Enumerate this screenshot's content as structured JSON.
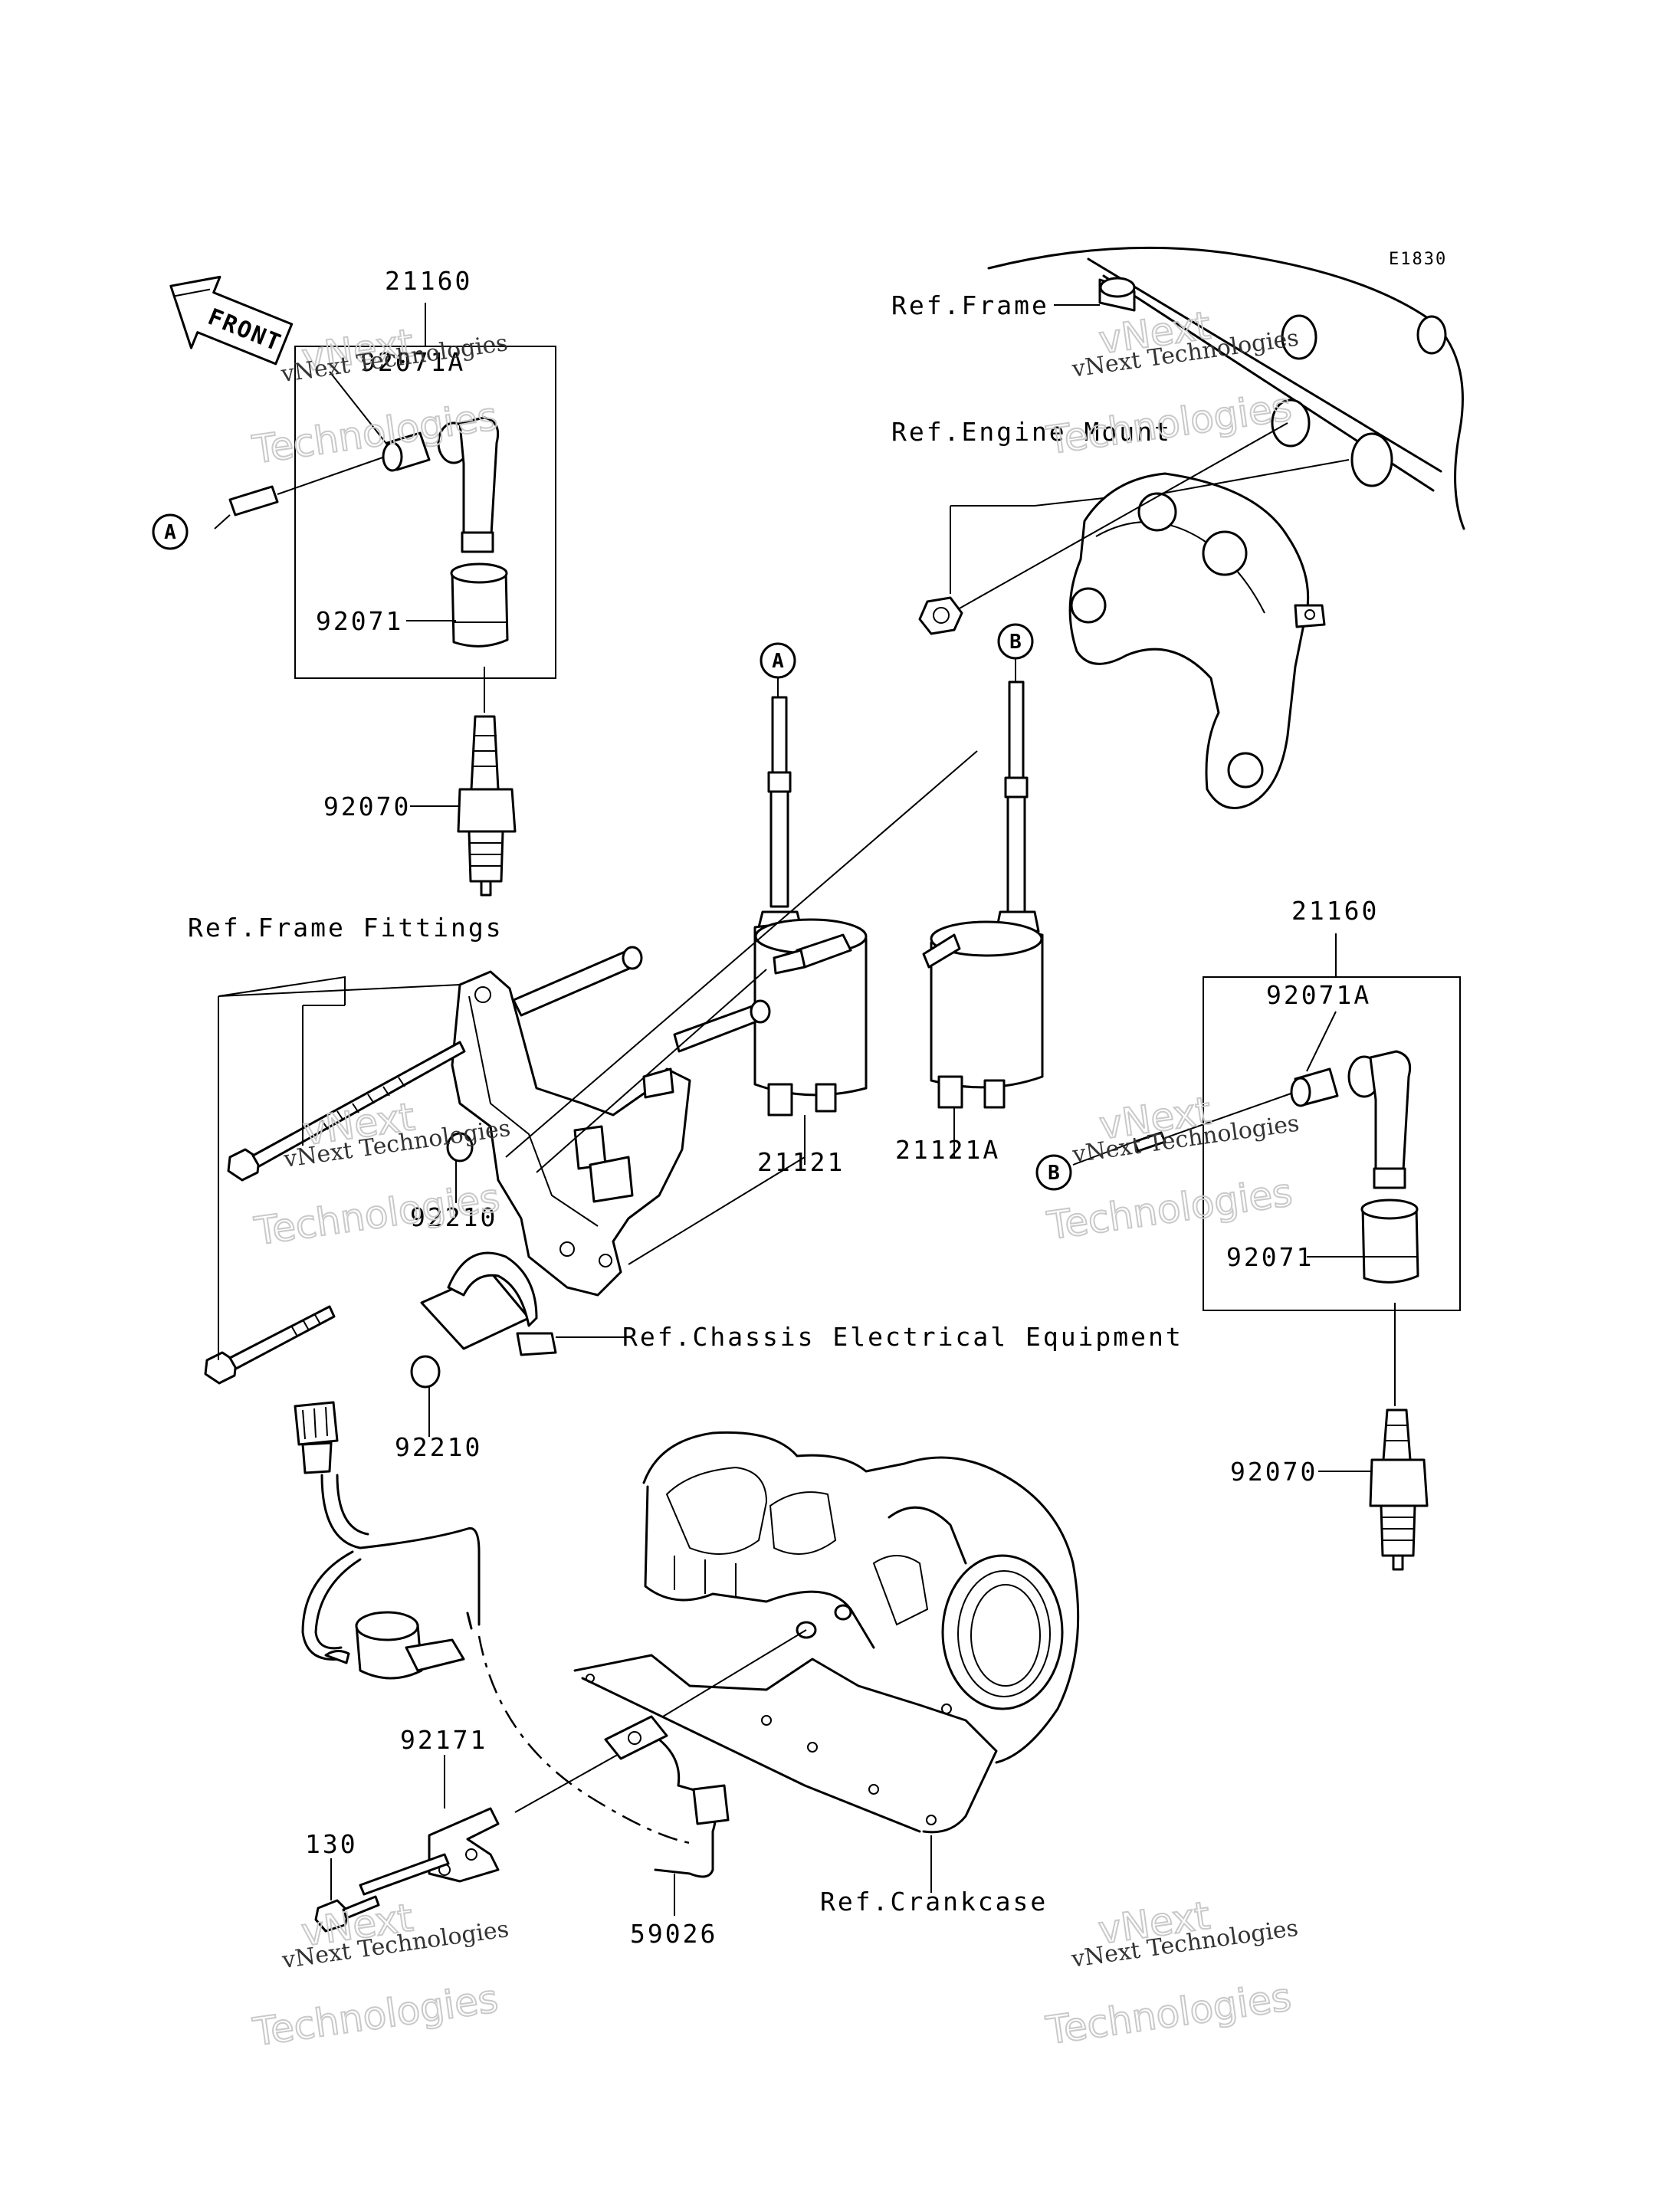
{
  "diagram_code": "E1830",
  "labels": {
    "front": "FRONT",
    "ref_frame": "Ref.Frame",
    "ref_engine_mount": "Ref.Engine Mount",
    "ref_frame_fittings": "Ref.Frame Fittings",
    "ref_chassis": "Ref.Chassis Electrical Equipment",
    "ref_crankcase": "Ref.Crankcase"
  },
  "parts": {
    "p21160_left": "21160",
    "p92071A_left": "92071A",
    "p92071_left": "92071",
    "p92070_left": "92070",
    "p21160_right": "21160",
    "p92071A_right": "92071A",
    "p92071_right": "92071",
    "p92070_right": "92070",
    "p21121": "21121",
    "p21121A": "21121A",
    "p92210_a": "92210",
    "p92210_b": "92210",
    "p92171": "92171",
    "p130": "130",
    "p59026": "59026"
  },
  "callouts": {
    "a_left": "A",
    "a_top": "A",
    "b_top": "B",
    "b_right": "B"
  },
  "watermark": {
    "line1": "vNext Technologies",
    "line2": "vNext",
    "line3": "Technologies"
  }
}
